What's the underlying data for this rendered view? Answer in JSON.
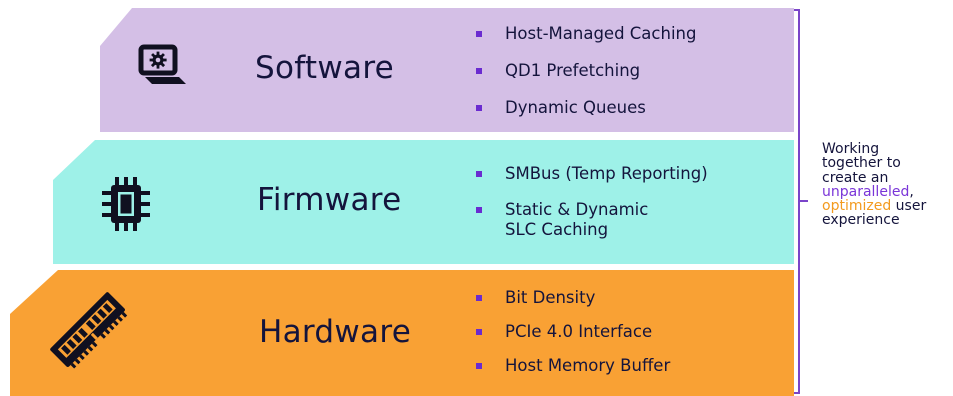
{
  "layers": {
    "software": {
      "title": "Software",
      "icon": "laptop-gear-icon",
      "color": "#d4bfe6",
      "bullets": [
        "Host-Managed Caching",
        "QD1 Prefetching",
        "Dynamic Queues"
      ]
    },
    "firmware": {
      "title": "Firmware",
      "icon": "chip-icon",
      "color": "#9ef1e8",
      "bullets": [
        "SMBus (Temp Reporting)",
        "Static & Dynamic",
        "SLC Caching"
      ]
    },
    "hardware": {
      "title": "Hardware",
      "icon": "memory-stick-icon",
      "color": "#f9a134",
      "bullets": [
        "Bit Density",
        "PCIe 4.0 Interface",
        "Host Memory Buffer"
      ]
    }
  },
  "note": {
    "line1": "Working",
    "line2": "together to",
    "line3": "create an",
    "highlight_purple": "unparalleled",
    "comma": ",",
    "highlight_orange": "optimized",
    "after_orange": " user",
    "line6": "experience",
    "purple_color": "#7a35d8",
    "orange_color": "#f39a1e"
  },
  "bracket_color": "#7a45c9"
}
